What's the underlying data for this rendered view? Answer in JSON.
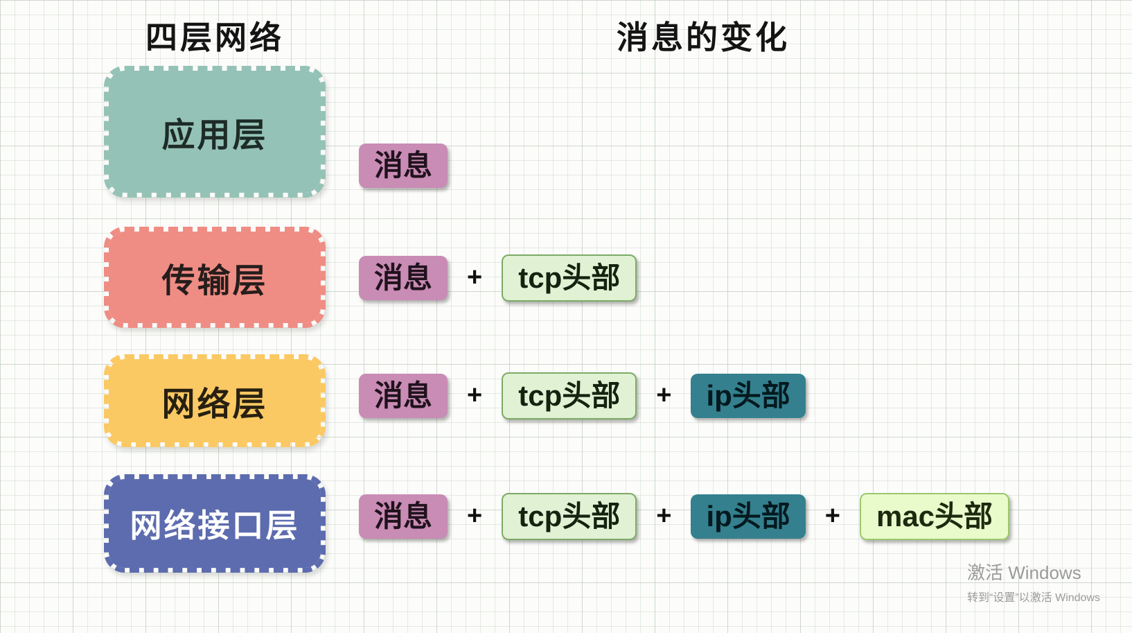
{
  "titles": {
    "left_column": "四层网络",
    "right_column": "消息的变化"
  },
  "layers": [
    {
      "label": "应用层",
      "fill": "#95c2b6",
      "text_color": "#1d2b27"
    },
    {
      "label": "传输层",
      "fill": "#ef8d84",
      "text_color": "#261d1c"
    },
    {
      "label": "网络层",
      "fill": "#fbc963",
      "text_color": "#272011"
    },
    {
      "label": "网络接口层",
      "fill": "#5d6cae",
      "text_color": "#ffffff"
    }
  ],
  "message_rows": [
    {
      "layer": "应用层",
      "badges": [
        {
          "label": "消息",
          "type": "message",
          "fill": "#c98cb5"
        }
      ]
    },
    {
      "layer": "传输层",
      "badges": [
        {
          "label": "消息",
          "type": "message",
          "fill": "#c98cb5"
        },
        {
          "label": "tcp头部",
          "type": "tcp-header",
          "fill": "#e1f1d4",
          "border": "#7cab67"
        }
      ]
    },
    {
      "layer": "网络层",
      "badges": [
        {
          "label": "消息",
          "type": "message",
          "fill": "#c98cb5"
        },
        {
          "label": "tcp头部",
          "type": "tcp-header",
          "fill": "#e1f1d4",
          "border": "#7cab67"
        },
        {
          "label": "ip头部",
          "type": "ip-header",
          "fill": "#34808e"
        }
      ]
    },
    {
      "layer": "网络接口层",
      "badges": [
        {
          "label": "消息",
          "type": "message",
          "fill": "#c98cb5"
        },
        {
          "label": "tcp头部",
          "type": "tcp-header",
          "fill": "#e1f1d4",
          "border": "#7cab67"
        },
        {
          "label": "ip头部",
          "type": "ip-header",
          "fill": "#34808e"
        },
        {
          "label": "mac头部",
          "type": "mac-header",
          "fill": "#e9fbca",
          "border": "#9cc76f"
        }
      ]
    }
  ],
  "plus_sign": "+",
  "watermark": {
    "line1": "激活 Windows",
    "line2": "转到“设置”以激活 Windows"
  }
}
